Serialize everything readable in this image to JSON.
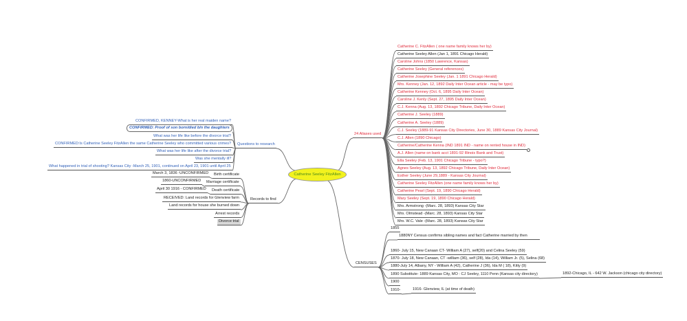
{
  "center": "Catherine Seeley FitzAllen",
  "aliases": {
    "label": "24 Aliases used",
    "items": [
      {
        "text": "Catherine C. FitzAllen ( one name family knows her by)",
        "color": "red"
      },
      {
        "text": "Catherine Seeley Allen (Jan 1, 1891 Chicago Herald)",
        "color": "black"
      },
      {
        "text": "Caroline Johns (1850 Lawrence, Kansas)",
        "color": "red"
      },
      {
        "text": "Catherine Seeley (General references)",
        "color": "red"
      },
      {
        "text": "Catherine Josephine Seeley (Jan. 1 1891 Chicago Herald)",
        "color": "red"
      },
      {
        "text": "Mrs. Kenney (Jan. 12, 1892 Daily Inter Ocean article - may be typo)",
        "color": "red"
      },
      {
        "text": "Catherine Kenney (Oct. 6, 1895 Daily Inter Ocean)",
        "color": "red"
      },
      {
        "text": "Caroline J. Kenly (Sept. 27, 1895 Daily Inter Ocean)",
        "color": "red"
      },
      {
        "text": "C.J. Kenna (Aug. 13, 1892 Chicago Tribune, Daily Inter Ocean)",
        "color": "red"
      },
      {
        "text": "Catherine J. Seeley (1889)",
        "color": "red"
      },
      {
        "text": "Catherine A. Seeley (1889)",
        "color": "red"
      },
      {
        "text": "C.J. Seeley (1889-91 Kansas City Directories, June 30, 1889 Kansas City Journal)",
        "color": "red"
      },
      {
        "text": "C.J. Allen (1890 Chicago)",
        "color": "red"
      },
      {
        "text": "Catherine/Catherine Kenna (IND 1891 IND - name on rented house in IND)",
        "color": "red"
      },
      {
        "text": "A.J. Allen (name on bank acct 1891-92 Illinois Bank and Trust)",
        "color": "red"
      },
      {
        "text": "Ella Seeley (Feb. 13, 1901 Chicago Tribune - typo?)",
        "color": "red"
      },
      {
        "text": "Agnes Seeley  (Aug. 13, 1892 Chicago Tribune, Daily Inter Ocean)",
        "color": "red"
      },
      {
        "text": "Esther Seeley (June 29,1889 - Kansas City Journal)",
        "color": "red"
      },
      {
        "text": "Catherine Seeley FitzAllen (one name family knows her by)",
        "color": "red"
      },
      {
        "text": "Catherine Pearl (Sept. 19, 1890 Chicago Herald)",
        "color": "red"
      },
      {
        "text": "Mary Seeley (Sept. 19, 1890 Chicago Herald)",
        "color": "red"
      },
      {
        "text": "Mrs. Armstrong -(Marc. 28, 1893) Kansas City Star",
        "color": "black"
      },
      {
        "text": "Mrs. Olmstead -(Marc. 28, 1893) Kansas City Star",
        "color": "black"
      },
      {
        "text": "Mrs. W.C. Vale -(Marc. 28, 1893) Kansas City Star",
        "color": "black"
      }
    ]
  },
  "questions": {
    "label": "Questions to research",
    "items": [
      "CONFIRMED, KENNEY-What is her real maiden name?",
      "CONFIRMED: Proof of son born/died b/n the daughters",
      "What was her life like before the divorce trial?",
      "CONFIRMED:Is Catherine Seeley FitzAllen the same Catherine Seeley who committed various crimes?",
      "What was her life like after the divorce trial?",
      "Was she mentally ill?",
      "What happened in trial of shooting? Kansas City -March 25, 1901, continued on April 23, 1901 until April 25"
    ]
  },
  "records": {
    "label": "Records to find",
    "items": [
      {
        "text": "Birth certificate",
        "child": "March 3, 1836 -UNCONFIRMED"
      },
      {
        "text": "Marriage certificate",
        "child": "1860-UNCONFIRMED"
      },
      {
        "text": "Death certificate",
        "child": "April 30 1916 - CONFIRMED"
      },
      {
        "text": "RECEIVED: Land records for Glenview farm"
      },
      {
        "text": "Land records for house she burned down"
      },
      {
        "text": "Arrest records"
      },
      {
        "text": "Divorce trial"
      }
    ]
  },
  "censuses": {
    "label": "CENSUSES",
    "items": [
      {
        "text": "1855"
      },
      {
        "text": "1880NY Census confirms sibling names and fact Catherine married by then"
      },
      {
        "text": "1860- July 15, New Canaan CT- William A (27), self(20) and Celina Seeley (59)"
      },
      {
        "text": "1870- July 18, New Canaan, CT -william (36), self (28), Ida (14), William Jr. (5), Selina (68)"
      },
      {
        "text": "1880-July 14, Albany, NY - William A (42), Catherine J (36), Ida M ( 18), Kitty (9)"
      },
      {
        "text": "1890 Substitute- 1889 Kansas City, MO : CJ Seeley, 1110 Penn (Kansas city directory)",
        "child": "1892-Chicago, IL - 642 W. Jackson (chicago city directory)"
      },
      {
        "text": "1900"
      },
      {
        "text": "1910-",
        "child": "1916- Glenview, IL (at time of death)"
      }
    ]
  }
}
